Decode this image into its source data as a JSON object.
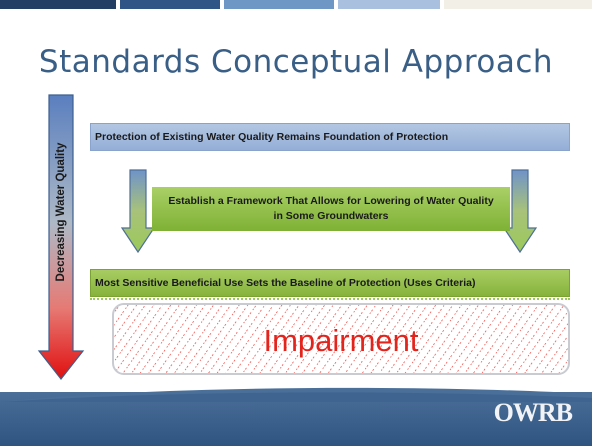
{
  "slide": {
    "title": "Standards Conceptual Approach",
    "side_arrow_label": "Decreasing Water Quality",
    "steps": [
      "Protection of Existing Water Quality Remains Foundation of  Protection",
      "Establish a Framework That Allows for Lowering of Water Quality in Some Groundwaters",
      "Most Sensitive Beneficial Use Sets the Baseline of Protection (Uses Criteria)"
    ],
    "impairment_label": "Impairment",
    "logo_text": "OWRB"
  },
  "colors": {
    "title": "#3a5f87",
    "impairment_text": "#e3241d",
    "hatch": "#e8302a",
    "footer": "#2f5480"
  }
}
